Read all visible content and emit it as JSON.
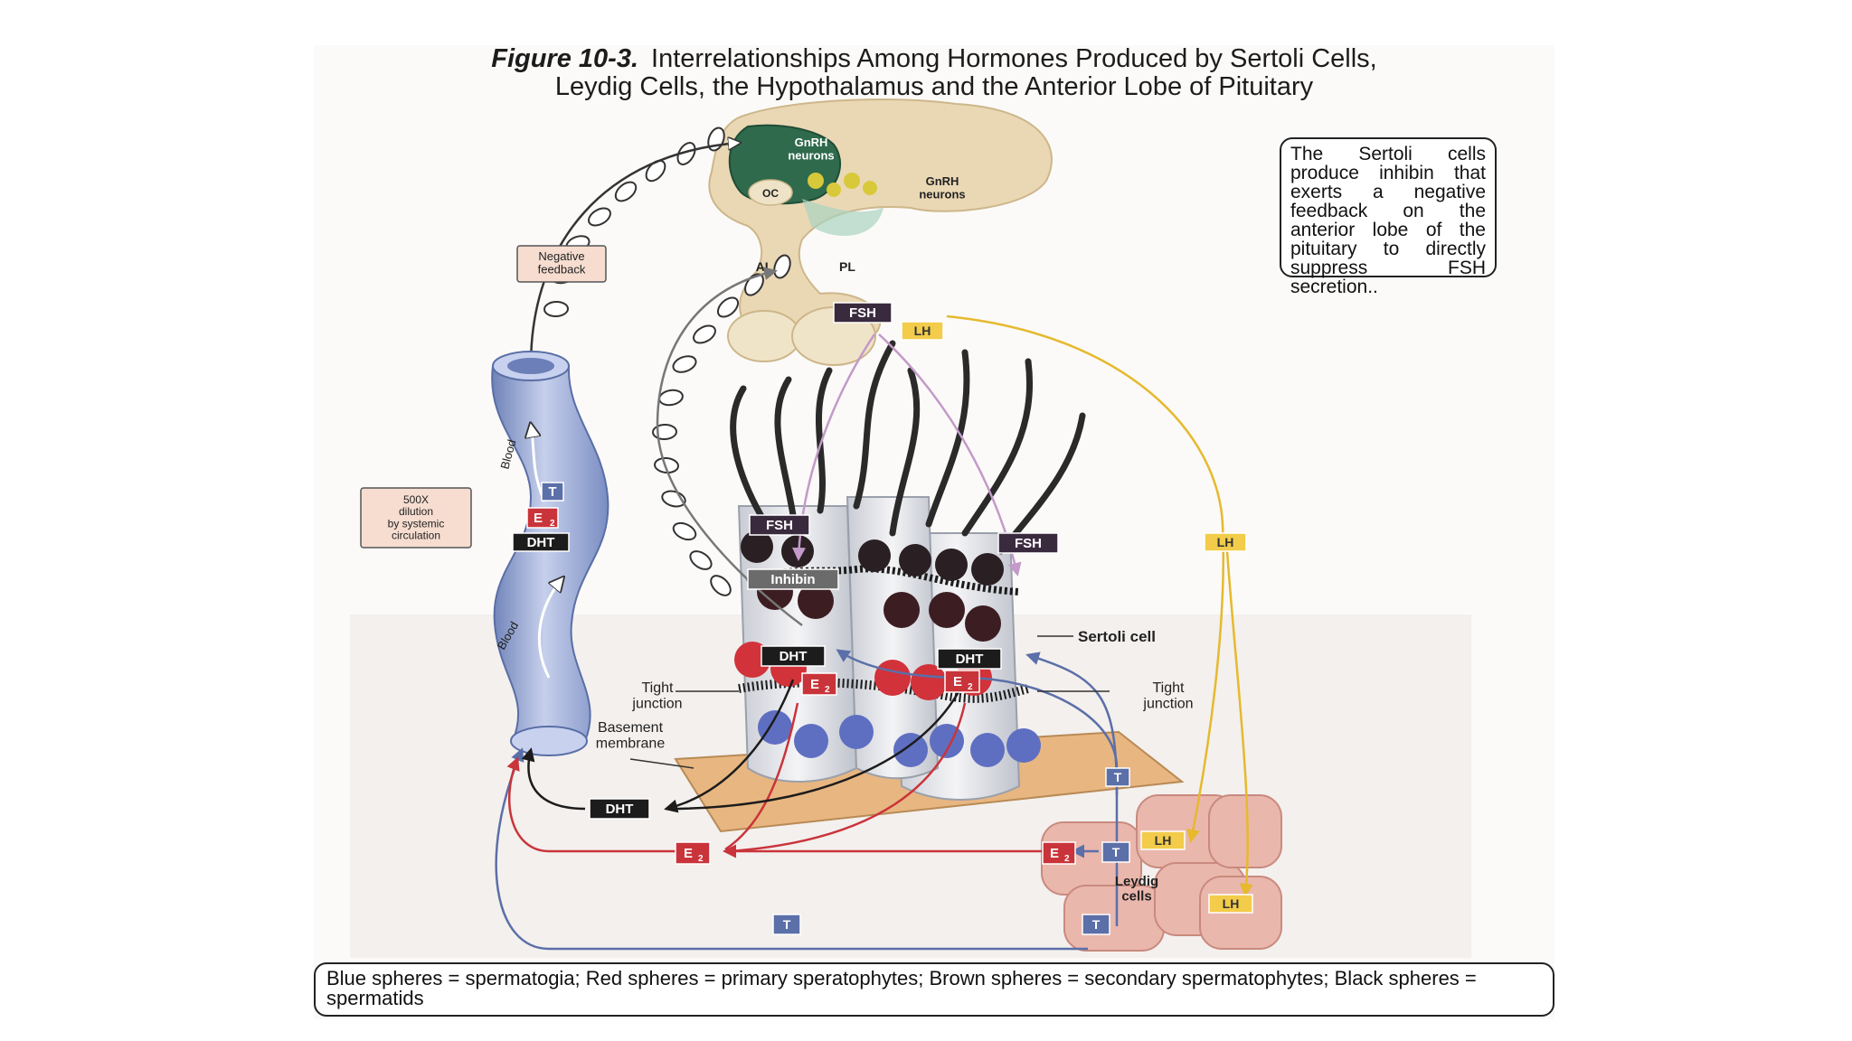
{
  "title": {
    "figure_label": "Figure 10-3.",
    "line1": "Interrelationships Among Hormones Produced by Sertoli Cells,",
    "line2": "Leydig Cells, the Hypothalamus and the Anterior Lobe of Pituitary"
  },
  "callout": "The Sertoli cells produce inhibin that exerts a negative feedback on the anterior lobe of the pituitary to directly suppress FSH secretion..",
  "caption": "Blue spheres = spermatogia; Red spheres = primary speratophytes;  Brown spheres = secondary spermatophytes; Black spheres = spermatids",
  "labels": {
    "gnrh_neurons_1": "GnRH neurons",
    "gnrh_neurons_2": "GnRH neurons",
    "oc": "OC",
    "al": "AL",
    "pl": "PL",
    "fsh_pituitary": "FSH",
    "lh_pituitary": "LH",
    "negative_feedback": "Negative feedback",
    "blood_upper": "Blood",
    "blood_lower": "Blood",
    "t_blood": "T",
    "e2_blood": "E",
    "e2_sub": "2",
    "dht_blood": "DHT",
    "dilution": "500X dilution by systemic circulation",
    "fsh_left": "FSH",
    "fsh_right": "FSH",
    "inhibin": "Inhibin",
    "sertoli_cell": "Sertoli cell",
    "dht_left": "DHT",
    "dht_right": "DHT",
    "e2_left": "E",
    "e2_right": "E",
    "tight_junction_left": "Tight junction",
    "tight_junction_right": "Tight junction",
    "basement_membrane": "Basement membrane",
    "lh_right_path": "LH",
    "t_upper": "T",
    "dht_bottom": "DHT",
    "e2_bottom": "E",
    "e2_leydig": "E",
    "t_leydig": "T",
    "lh_leydig_1": "LH",
    "lh_leydig_2": "LH",
    "leydig_cells": "Leydig cells",
    "t_bottom_mid": "T",
    "t_bottom_right": "T"
  },
  "colors": {
    "fsh": "#3a2a3e",
    "lh": "#f2cc4a",
    "t": "#5b6fa8",
    "e2": "#c9343a",
    "dht": "#1c1c1c",
    "inhibin": "#6b6b6b",
    "gnrh": "#2f6a4c",
    "hypothalamus": "#ead8b5",
    "leydig": "#eab7ad",
    "blood_vessel": "#8fa1cf"
  }
}
